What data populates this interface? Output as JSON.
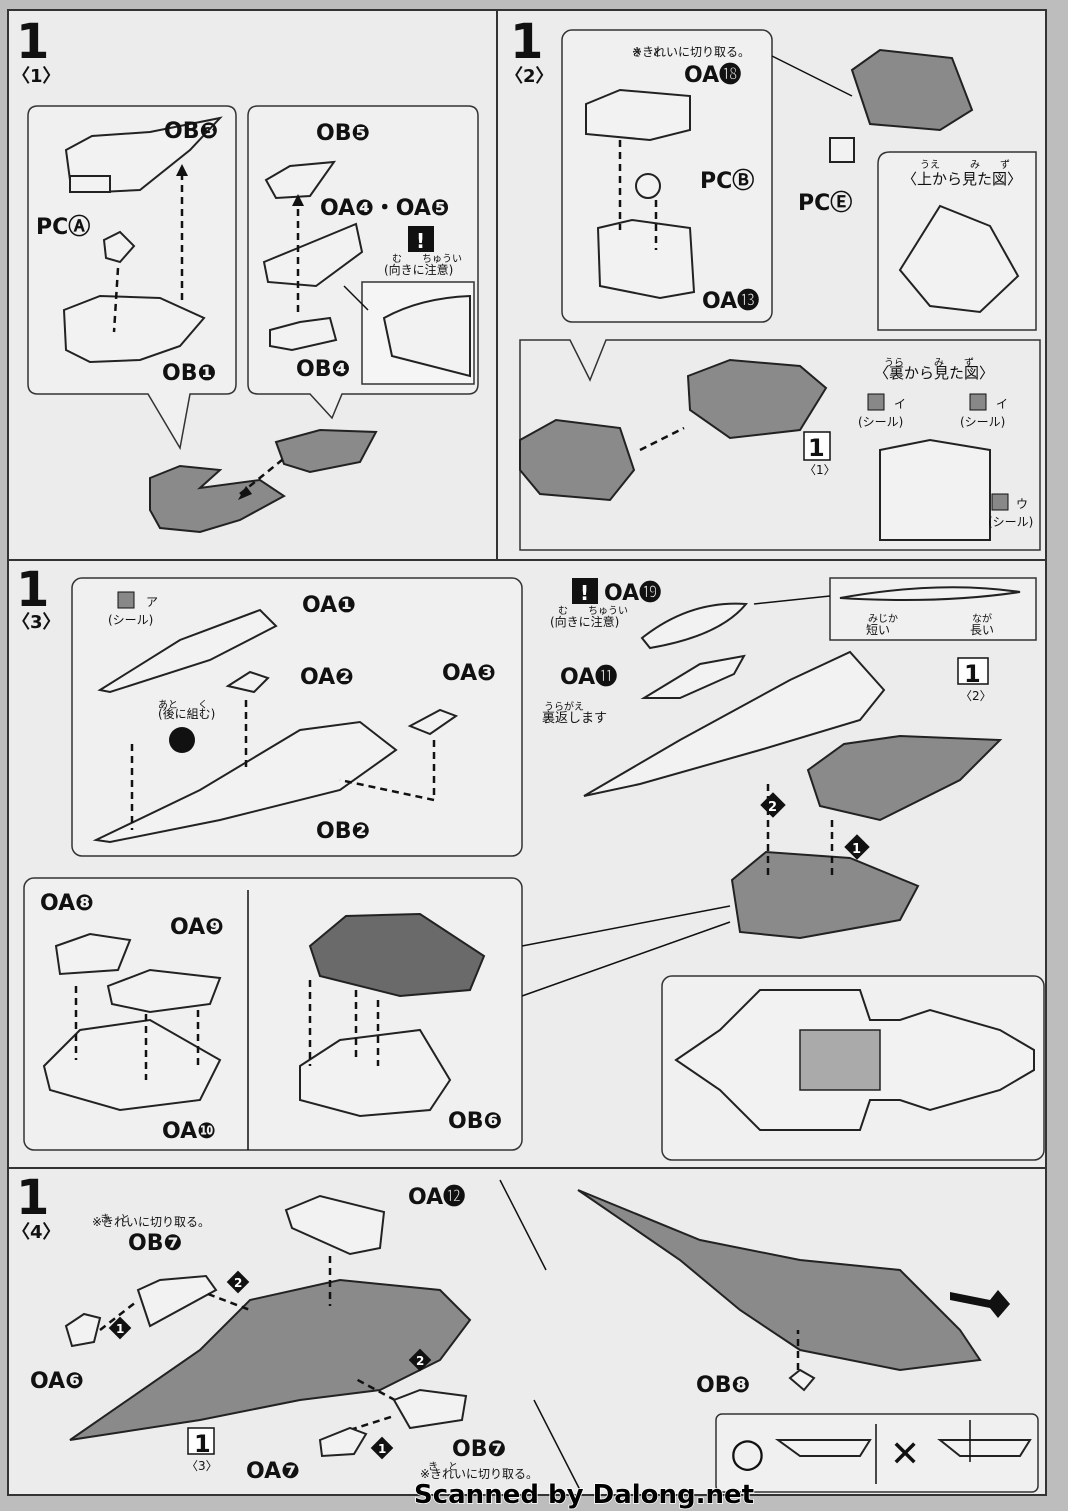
{
  "steps": {
    "s1": {
      "num": "1",
      "sub": "〈1〉"
    },
    "s2": {
      "num": "1",
      "sub": "〈2〉"
    },
    "s3": {
      "num": "1",
      "sub": "〈3〉"
    },
    "s4": {
      "num": "1",
      "sub": "〈4〉"
    }
  },
  "panel1": {
    "ob3": "OB❸",
    "pca": "PCⒶ",
    "ob1": "OB❶",
    "ob5": "OB❺",
    "oa45": "OA❹・OA❺",
    "ob4": "OB❹",
    "caution": "(向きに注意)",
    "caution_ruby": "む　　ちゅうい"
  },
  "panel2": {
    "cut_note": "※きれいに切り取る。",
    "cut_ruby": "き　と",
    "oa18": "OA⓲",
    "pcb": "PCⒷ",
    "oa13": "OA⓭",
    "pce": "PCⒺ",
    "top_view": "〈上から見た図〉",
    "top_ruby": "うえ　　　み　　ず",
    "back_view": "〈裏から見た図〉",
    "back_ruby": "うら　　　み　　ず",
    "ref_num": "1",
    "ref_sub": "〈1〉",
    "seal_i": "イ",
    "seal_u": "ウ",
    "seal": "(シール)"
  },
  "panel3": {
    "seal_a": "ア",
    "seal": "(シール)",
    "oa1": "OA❶",
    "oa2": "OA❷",
    "oa3": "OA❸",
    "ob2": "OB❷",
    "later": "(後に組む)",
    "later_ruby": "あと　　く",
    "oa19": "OA⓳",
    "caution": "(向きに注意)",
    "caution_ruby": "む　　ちゅうい",
    "oa11": "OA⓫",
    "flip": "裏返します",
    "flip_ruby": "うらがえ",
    "short": "短い",
    "short_ruby": "みじか",
    "long": "長い",
    "long_ruby": "なが",
    "ref_num": "1",
    "ref_sub": "〈2〉",
    "oa8": "OA❽",
    "oa9": "OA❾",
    "oa10": "OA❿",
    "ob6": "OB❻",
    "n1": "1",
    "n2": "2"
  },
  "panel4": {
    "cut_note": "※きれいに切り取る。",
    "cut_ruby": "き　と",
    "ob7": "OB❼",
    "oa12": "OA⓬",
    "oa6": "OA❻",
    "oa7": "OA❼",
    "ob8": "OB❽",
    "ref_num": "1",
    "ref_sub": "〈3〉",
    "ok": "○",
    "ng": "✕",
    "n1": "1",
    "n2": "2"
  },
  "watermark": "Scanned by Dalong.net"
}
